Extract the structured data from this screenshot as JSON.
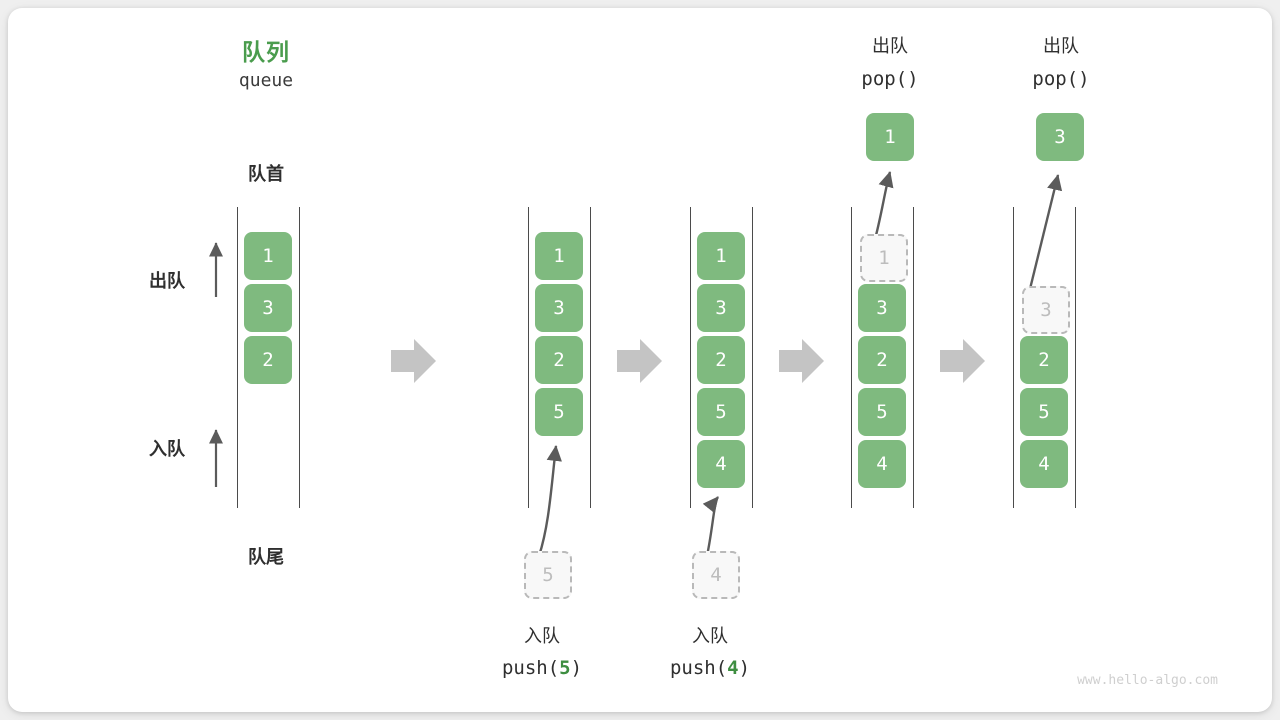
{
  "figure": {
    "title_cn": "队列",
    "title_en": "queue",
    "head_label": "队首",
    "tail_label": "队尾",
    "dequeue_label": "出队",
    "enqueue_label": "入队",
    "watermark": "www.hello-algo.com",
    "colors": {
      "accent_green": "#4a9c4d",
      "cell_green": "#7fba7f",
      "ghost_gray": "#b9b9b9",
      "arrow_gray": "#c4c4c4",
      "text_dark": "#2f2f2f",
      "card_bg": "#ffffff",
      "page_bg": "#efefef"
    }
  },
  "steps": [
    {
      "id": "initial",
      "cells": [
        "1",
        "3",
        "2"
      ],
      "ghost_index": null,
      "start_slot": 0,
      "op_cn": "",
      "op_code_prefix": "",
      "op_code_value": "",
      "op_code_suffix": "",
      "in_value": "",
      "out_value": "",
      "top_cn": "",
      "top_code": ""
    },
    {
      "id": "push-5",
      "cells": [
        "1",
        "3",
        "2",
        "5"
      ],
      "ghost_index": null,
      "start_slot": 0,
      "op_cn": "入队",
      "op_code_prefix": "push(",
      "op_code_value": "5",
      "op_code_suffix": ")",
      "in_value": "5",
      "out_value": "",
      "top_cn": "",
      "top_code": ""
    },
    {
      "id": "push-4",
      "cells": [
        "1",
        "3",
        "2",
        "5",
        "4"
      ],
      "ghost_index": null,
      "start_slot": 0,
      "op_cn": "入队",
      "op_code_prefix": "push(",
      "op_code_value": "4",
      "op_code_suffix": ")",
      "in_value": "4",
      "out_value": "",
      "top_cn": "",
      "top_code": ""
    },
    {
      "id": "pop-1",
      "cells": [
        "1",
        "3",
        "2",
        "5",
        "4"
      ],
      "ghost_index": 0,
      "start_slot": 0,
      "op_cn": "",
      "op_code_prefix": "",
      "op_code_value": "",
      "op_code_suffix": "",
      "in_value": "",
      "out_value": "1",
      "top_cn": "出队",
      "top_code": "pop()"
    },
    {
      "id": "pop-3",
      "cells": [
        "3",
        "2",
        "5",
        "4"
      ],
      "ghost_index": 0,
      "start_slot": 1,
      "op_cn": "",
      "op_code_prefix": "",
      "op_code_value": "",
      "op_code_suffix": "",
      "in_value": "",
      "out_value": "3",
      "top_cn": "出队",
      "top_code": "pop()"
    }
  ],
  "flow_arrows": 4
}
